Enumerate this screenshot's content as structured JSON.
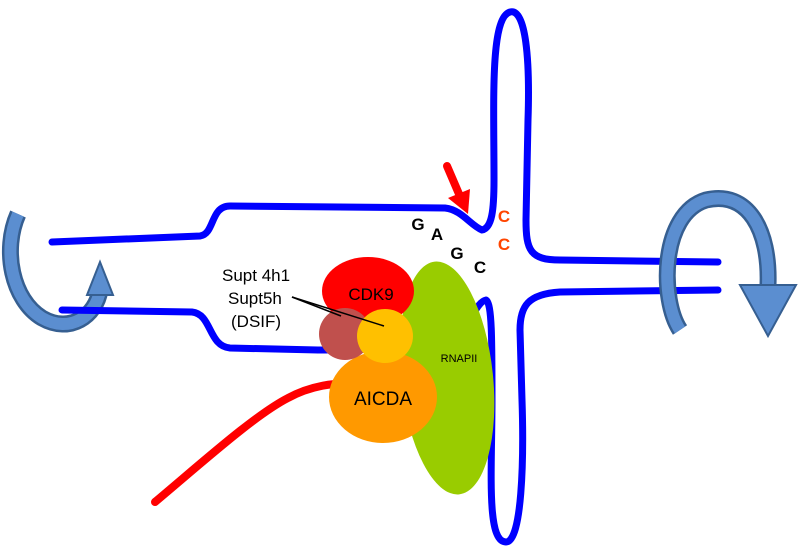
{
  "diagram": {
    "labels": {
      "cdk9": "CDK9",
      "supt4h1": "Supt 4h1",
      "supt5h": "Supt5h",
      "dsif": "(DSIF)",
      "aicda": "AICDA",
      "rnapii": "RNAPII"
    },
    "bases": {
      "g1": "G",
      "a1": "A",
      "g2": "G",
      "c1": "C",
      "c_top": "C",
      "c_bottom": "C"
    },
    "colors": {
      "dna_strand": "#0000ff",
      "rna_strand": "#ff0000",
      "cdk9": "#ff0000",
      "aicda": "#ff9900",
      "rnapii": "#99cc00",
      "supt4h1": "#c0504d",
      "supt5h": "#ffc000",
      "highlight_bases": "#ff4500",
      "pointer_arrow": "#ff0000",
      "supercoil_arrow": "#4f81bd"
    }
  }
}
